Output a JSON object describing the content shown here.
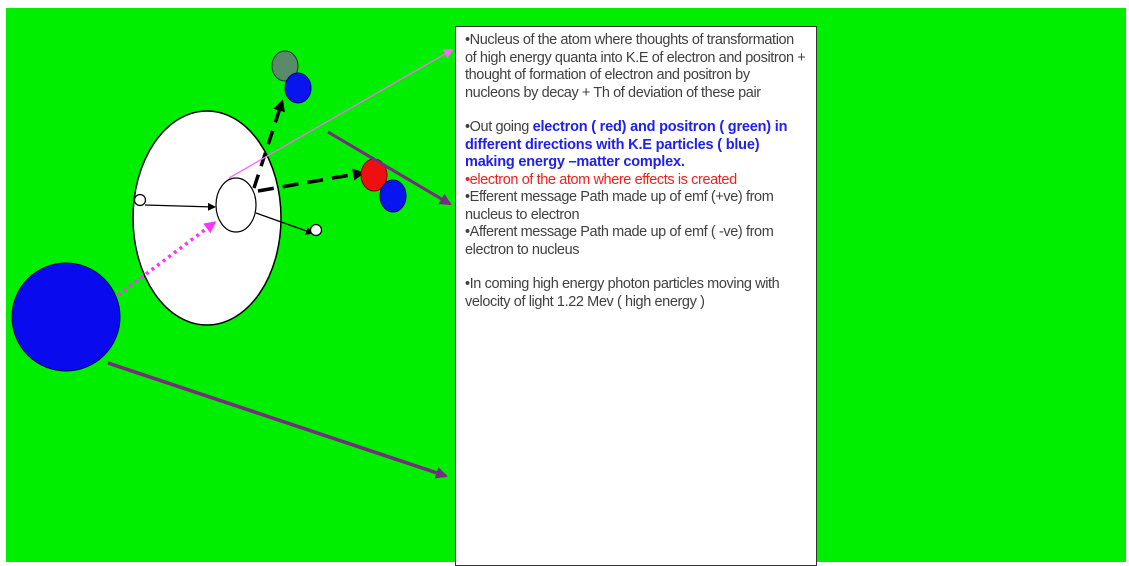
{
  "colors": {
    "background": "#00ee00",
    "atom": "#ffffff",
    "electron": "#ee1010",
    "positron": "#5a8a6a",
    "ke_particle": "#0a14ee",
    "photon": "#0a0aee",
    "pointer_pink": "#ff66ff",
    "pointer_purple": "#7a2a80",
    "incoming_path": "#ff33ff"
  },
  "text": {
    "nucleus": "•Nucleus of the  atom where thoughts of transformation of high energy quanta into K.E of electron and positron + thought of formation of electron and positron by nucleons by decay + Th of deviation of these pair",
    "outgoing_prefix": "•Out going ",
    "outgoing_highlight": "electron ( red) and positron ( green)  in different directions  with K.E particles ( blue) making energy –matter complex.",
    "electron": "•electron of the atom where effects is created",
    "efferent": "•Efferent message  Path made up of emf (+ve) from nucleus to electron",
    "afferent": "•Afferent message Path made up of emf ( -ve) from electron to nucleus",
    "incoming": "•In coming high energy  photon particles moving with velocity of light   1.22 Mev ( high energy )"
  }
}
